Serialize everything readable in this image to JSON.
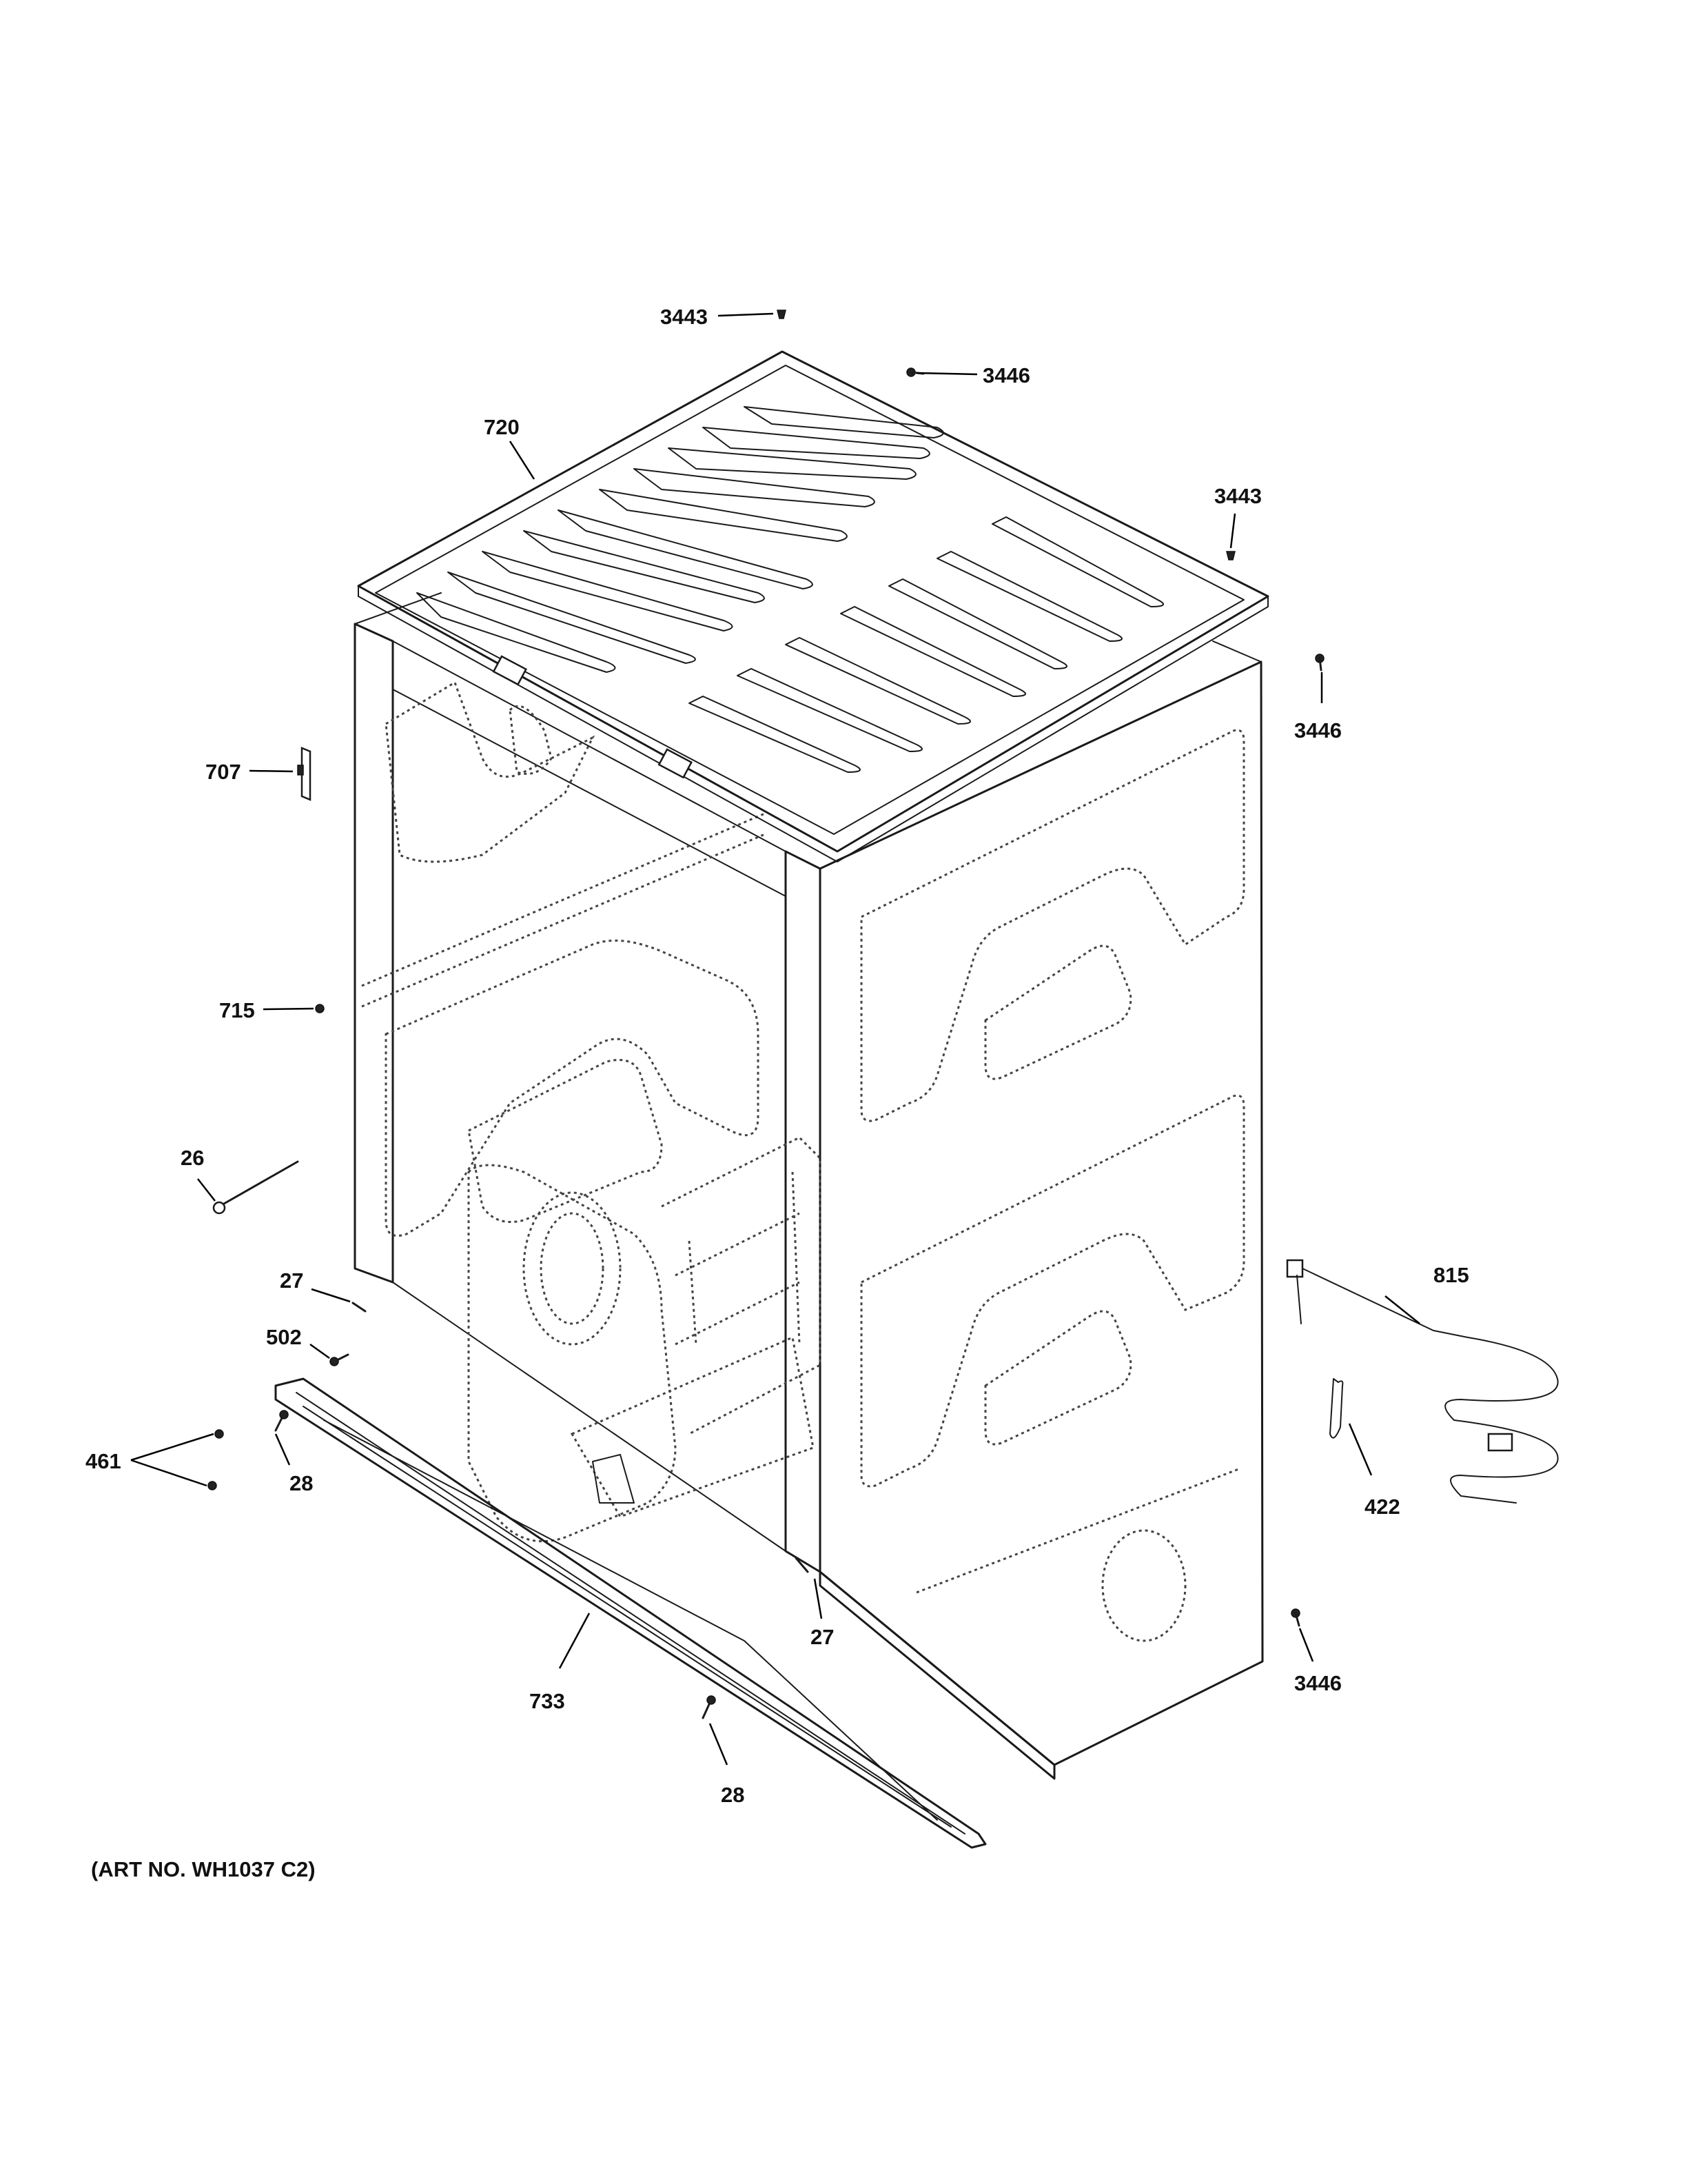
{
  "art_number": "(ART NO. WH1037 C2)",
  "callouts": [
    {
      "id": "c3443a",
      "label": "3443"
    },
    {
      "id": "c3446a",
      "label": "3446"
    },
    {
      "id": "c720",
      "label": "720"
    },
    {
      "id": "c3443b",
      "label": "3443"
    },
    {
      "id": "c3446b",
      "label": "3446"
    },
    {
      "id": "c707",
      "label": "707"
    },
    {
      "id": "c715",
      "label": "715"
    },
    {
      "id": "c26",
      "label": "26"
    },
    {
      "id": "c27a",
      "label": "27"
    },
    {
      "id": "c502",
      "label": "502"
    },
    {
      "id": "c461",
      "label": "461"
    },
    {
      "id": "c28a",
      "label": "28"
    },
    {
      "id": "c815",
      "label": "815"
    },
    {
      "id": "c422",
      "label": "422"
    },
    {
      "id": "c27b",
      "label": "27"
    },
    {
      "id": "c733",
      "label": "733"
    },
    {
      "id": "c3446c",
      "label": "3446"
    },
    {
      "id": "c28b",
      "label": "28"
    }
  ]
}
